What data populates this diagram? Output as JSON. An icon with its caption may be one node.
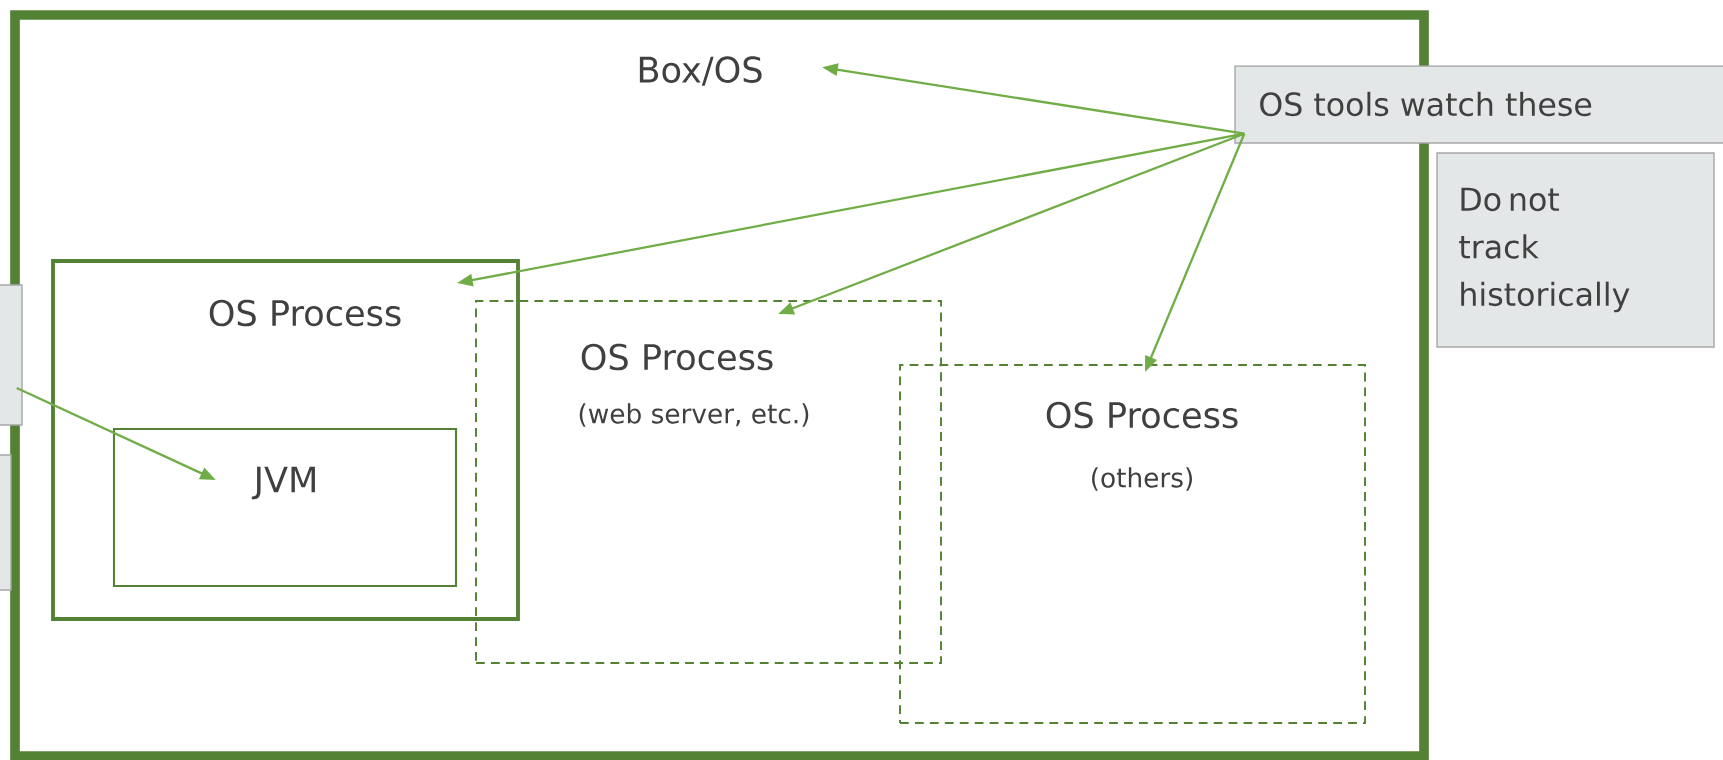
{
  "diagram": {
    "nodes": [
      {
        "text": [
          "Box/OS"
        ]
      },
      {
        "text": [
          "OS Process"
        ],
        "in": 0
      },
      {
        "text": [
          "JVM"
        ],
        "in": 1
      },
      {
        "text": [
          "OS Process",
          "(web server, etc.)"
        ],
        "in": 0
      },
      {
        "text": [
          "OS Process",
          "(others)"
        ],
        "in": 0
      },
      {
        "text": [
          "OS tools watch these"
        ]
      },
      {
        "text": [
          "Do not track historically"
        ]
      },
      {
        "text": [],
        "shape": "box"
      },
      {
        "text": [],
        "shape": "box"
      }
    ],
    "edges": [
      {
        "from": 5,
        "to": 0,
        "arrow": "to"
      },
      {
        "from": 5,
        "to": 1,
        "arrow": "to"
      },
      {
        "from": 5,
        "to": 3,
        "arrow": "to"
      },
      {
        "from": 5,
        "to": 4,
        "arrow": "to"
      },
      {
        "from": 7,
        "to": 2,
        "arrow": "to"
      }
    ]
  }
}
